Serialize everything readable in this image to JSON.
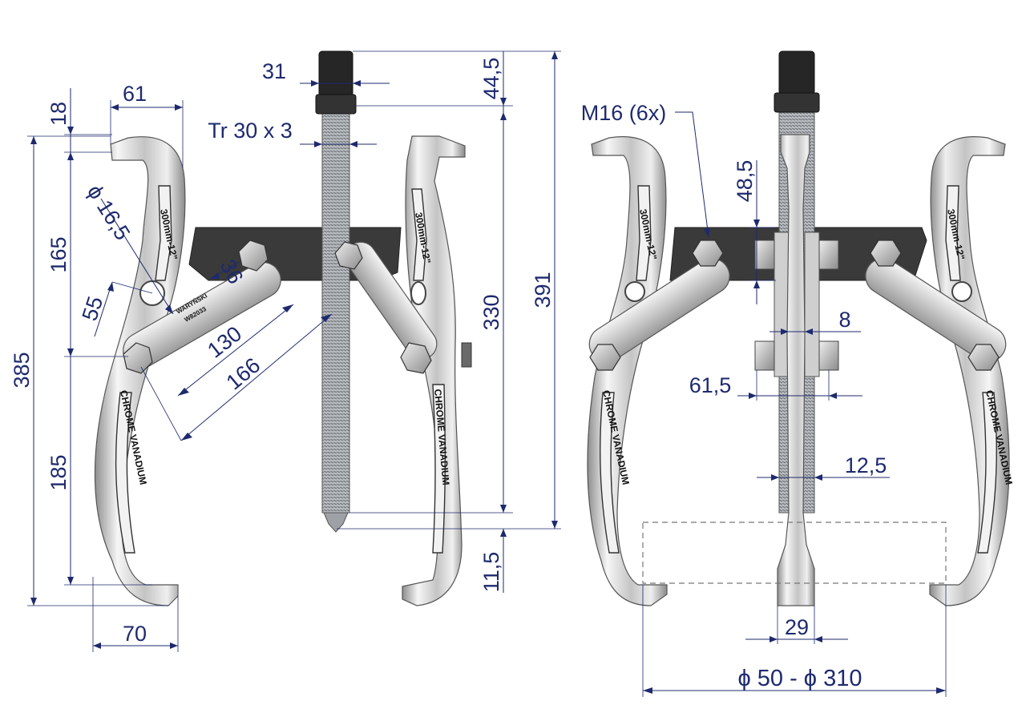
{
  "product": {
    "jaw_marking_size": "300mm-12\"",
    "jaw_marking_material": "CHROME VANADIUM",
    "brand": "WARYŃSKI",
    "model": "W82033"
  },
  "colors": {
    "dimension": "#1e2a6e",
    "plate": "#3a3a3a",
    "steel_light": "#f4f4f4",
    "steel_dark": "#9a9a9a"
  },
  "dimensions": {
    "jaw_top_width": "61",
    "jaw_hook_height": "18",
    "hole_diameter": "ϕ 16,5",
    "upper_height": "165",
    "hole_offset": "55",
    "total_height": "385",
    "lower_height": "185",
    "jaw_bottom_width": "70",
    "link_width": "36",
    "link_short": "130",
    "link_long": "166",
    "hex_size": "31",
    "thread": "Tr 30 x 3",
    "head_height": "44,5",
    "screw_length": "330",
    "overall_length": "391",
    "tip_length": "11,5",
    "bolt_size": "M16 (6x)",
    "plate_offset": "48,5",
    "plate_thickness": "8",
    "bolt_spacing": "61,5",
    "screw_diameter": "12,5",
    "tip_width": "29",
    "grip_range": "ϕ 50 - ϕ 310"
  }
}
